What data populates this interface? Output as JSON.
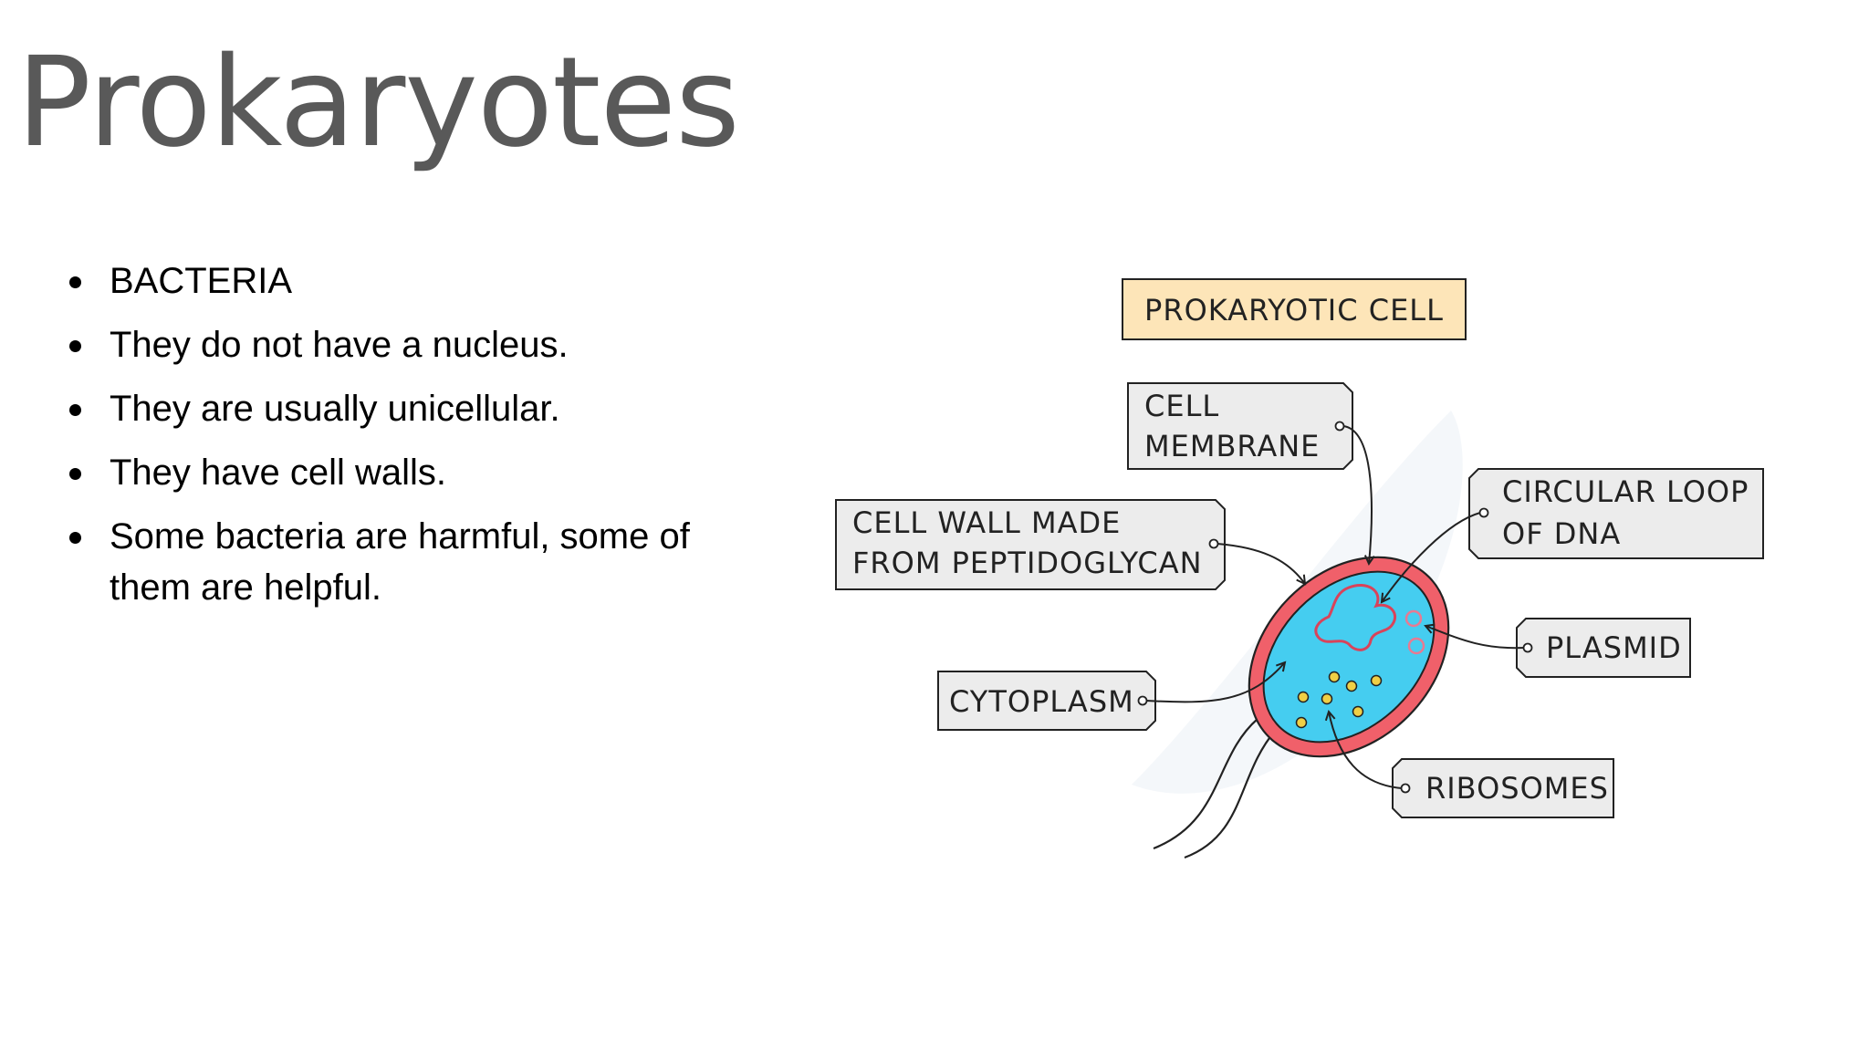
{
  "slide": {
    "title": "Prokaryotes",
    "bullets": [
      {
        "text": "BACTERIA"
      },
      {
        "text": "They do not have a nucleus."
      },
      {
        "text": "They are usually unicellular."
      },
      {
        "text": "They have cell walls."
      },
      {
        "text": "Some bacteria are harmful, some of them are helpful."
      }
    ]
  },
  "diagram": {
    "heading": "PROKARYOTIC CELL",
    "labels": {
      "cell_membrane": [
        "CELL",
        "MEMBRANE"
      ],
      "cell_wall": [
        "CELL WALL MADE",
        "FROM PEPTIDOGLYCAN"
      ],
      "dna_loop": [
        "CIRCULAR LOOP",
        "OF DNA"
      ],
      "plasmid": "PLASMID",
      "cytoplasm": "CYTOPLASM",
      "ribosomes": "RIBOSOMES"
    },
    "colors": {
      "heading_fill": "#fde5b8",
      "label_fill": "#ececec",
      "cell_wall": "#f0606a",
      "cytoplasm": "#45cdf0",
      "dna": "#d9435a",
      "plasmid": "#e87a92",
      "ribosome": "#f0cf45",
      "outline": "#222222"
    }
  }
}
